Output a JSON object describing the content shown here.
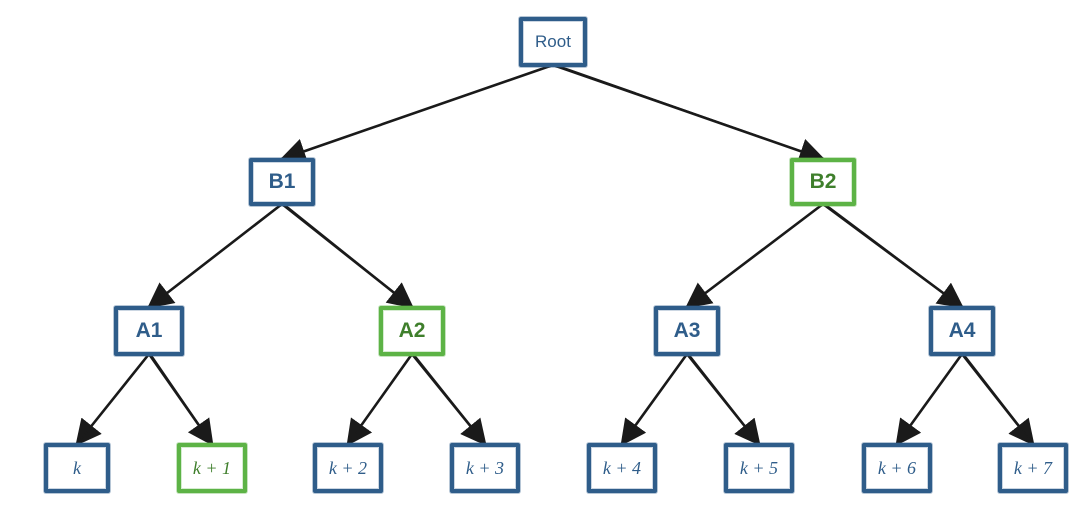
{
  "colors": {
    "default_node": "#2f5d8a",
    "highlight_node": "#5db346",
    "edge": "#1a1a1a"
  },
  "nodes": [
    {
      "id": "root",
      "label": "Root",
      "highlighted": false
    },
    {
      "id": "b1",
      "label": "B1",
      "highlighted": false
    },
    {
      "id": "b2",
      "label": "B2",
      "highlighted": true
    },
    {
      "id": "a1",
      "label": "A1",
      "highlighted": false
    },
    {
      "id": "a2",
      "label": "A2",
      "highlighted": true
    },
    {
      "id": "a3",
      "label": "A3",
      "highlighted": false
    },
    {
      "id": "a4",
      "label": "A4",
      "highlighted": false
    },
    {
      "id": "k0",
      "label": "k",
      "highlighted": false
    },
    {
      "id": "k1",
      "label": "k + 1",
      "highlighted": true
    },
    {
      "id": "k2",
      "label": "k + 2",
      "highlighted": false
    },
    {
      "id": "k3",
      "label": "k + 3",
      "highlighted": false
    },
    {
      "id": "k4",
      "label": "k + 4",
      "highlighted": false
    },
    {
      "id": "k5",
      "label": "k + 5",
      "highlighted": false
    },
    {
      "id": "k6",
      "label": "k + 6",
      "highlighted": false
    },
    {
      "id": "k7",
      "label": "k + 7",
      "highlighted": false
    }
  ],
  "edges": [
    {
      "from": "root",
      "to": "b1"
    },
    {
      "from": "root",
      "to": "b2"
    },
    {
      "from": "b1",
      "to": "a1"
    },
    {
      "from": "b1",
      "to": "a2"
    },
    {
      "from": "b2",
      "to": "a3"
    },
    {
      "from": "b2",
      "to": "a4"
    },
    {
      "from": "a1",
      "to": "k0"
    },
    {
      "from": "a1",
      "to": "k1"
    },
    {
      "from": "a2",
      "to": "k2"
    },
    {
      "from": "a2",
      "to": "k3"
    },
    {
      "from": "a3",
      "to": "k4"
    },
    {
      "from": "a3",
      "to": "k5"
    },
    {
      "from": "a4",
      "to": "k6"
    },
    {
      "from": "a4",
      "to": "k7"
    }
  ]
}
